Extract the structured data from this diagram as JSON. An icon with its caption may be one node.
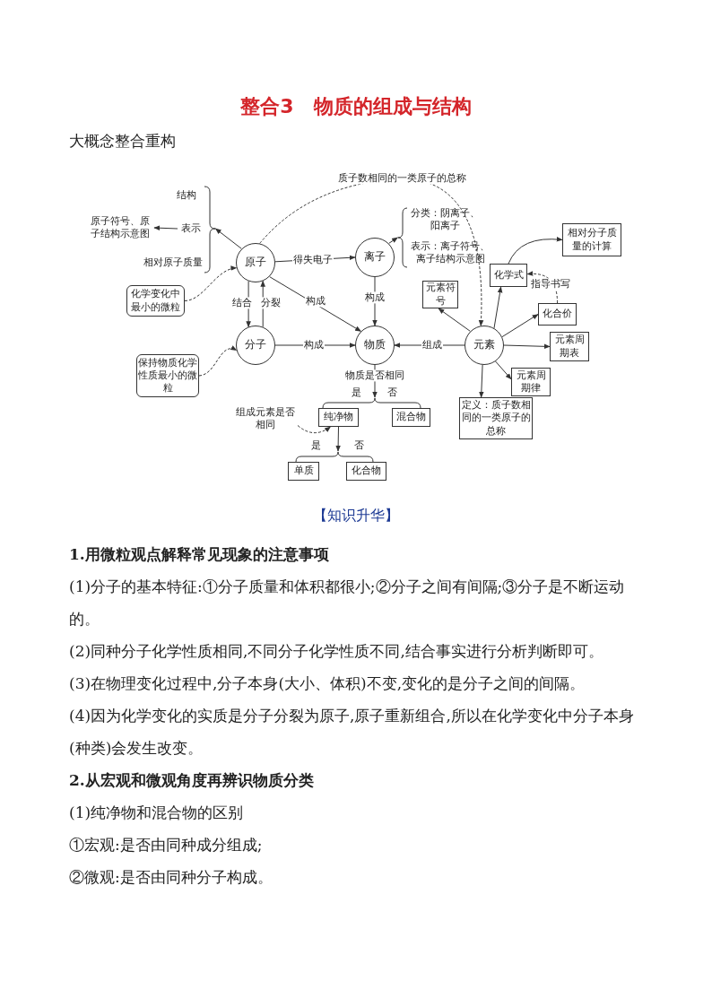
{
  "diagram": {
    "title": "整合3　物质的组成与结构",
    "nodes": [
      {
        "text": [
          "原子"
        ]
      },
      {
        "text": [
          "离子"
        ]
      },
      {
        "text": [
          "分子"
        ]
      },
      {
        "text": [
          "物质"
        ]
      },
      {
        "text": [
          "元素"
        ]
      },
      {
        "text": [
          "结构"
        ]
      },
      {
        "text": [
          "表示"
        ]
      },
      {
        "text": [
          "原子符号、原子结构示意图"
        ]
      },
      {
        "text": [
          "相对原子质量"
        ]
      },
      {
        "text": [
          "化学变化中最小的微粒"
        ]
      },
      {
        "text": [
          "保持物质化学性质最小的微粒"
        ]
      },
      {
        "text": [
          "分类：阴离子、阳离子"
        ]
      },
      {
        "text": [
          "表示：离子符号、离子结构示意图"
        ]
      },
      {
        "text": [
          "化学式"
        ]
      },
      {
        "text": [
          "相对分子质量的计算"
        ]
      },
      {
        "text": [
          "元素符号"
        ]
      },
      {
        "text": [
          "化合价"
        ]
      },
      {
        "text": [
          "元素周期表"
        ]
      },
      {
        "text": [
          "元素周期律"
        ]
      },
      {
        "text": [
          "定义：质子数相同的一类原子的总称"
        ]
      },
      {
        "text": [
          "纯净物"
        ]
      },
      {
        "text": [
          "混合物"
        ]
      },
      {
        "text": [
          "单质"
        ]
      },
      {
        "text": [
          "化合物"
        ]
      },
      {
        "text": [
          "组成元素是否相同"
        ]
      },
      {
        "text": [],
        "shape": "brace"
      },
      {
        "text": [],
        "shape": "brace"
      },
      {
        "text": [],
        "shape": "brace"
      },
      {
        "text": [],
        "shape": "brace"
      }
    ],
    "edges": [
      {
        "from": 0,
        "to": 1,
        "arrow": "to",
        "label": "得失电子"
      },
      {
        "from": 0,
        "to": 3,
        "arrow": "to",
        "label": "构成"
      },
      {
        "from": 1,
        "to": 3,
        "arrow": "to",
        "label": "构成"
      },
      {
        "from": 2,
        "to": 3,
        "arrow": "to",
        "label": "构成"
      },
      {
        "from": 4,
        "to": 3,
        "arrow": "to",
        "label": "组成"
      },
      {
        "from": 0,
        "to": 2,
        "arrow": "to",
        "label": "结合"
      },
      {
        "from": 2,
        "to": 0,
        "arrow": "to",
        "label": "分裂"
      },
      {
        "from": 0,
        "to": 25,
        "arrow": "to"
      },
      {
        "from": 6,
        "to": 7,
        "arrow": "to"
      },
      {
        "from": 1,
        "to": 26,
        "arrow": "to"
      },
      {
        "from": 9,
        "to": 0,
        "arrow": "to",
        "style": "dashed"
      },
      {
        "from": 10,
        "to": 2,
        "arrow": "to",
        "style": "dashed"
      },
      {
        "from": 0,
        "to": 4,
        "arrow": "to",
        "style": "dashed",
        "label": "质子数相同的一类原子的总称"
      },
      {
        "from": 4,
        "to": 13,
        "arrow": "to"
      },
      {
        "from": 4,
        "to": 15,
        "arrow": "to"
      },
      {
        "from": 4,
        "to": 16,
        "arrow": "to"
      },
      {
        "from": 4,
        "to": 17,
        "arrow": "to"
      },
      {
        "from": 4,
        "to": 18,
        "arrow": "to"
      },
      {
        "from": 4,
        "to": 19,
        "arrow": "to"
      },
      {
        "from": 13,
        "to": 14,
        "arrow": "to"
      },
      {
        "from": 16,
        "to": 13,
        "arrow": "to",
        "style": "dashed",
        "label": "指导书写"
      },
      {
        "from": 3,
        "to": 27,
        "arrow": "to",
        "label": "物质是否相同"
      },
      {
        "from": 20,
        "to": 28,
        "arrow": "to"
      },
      {
        "from": 24,
        "to": 20,
        "arrow": "to",
        "style": "dashed"
      }
    ],
    "labels": [
      "大概念整合重构",
      "是",
      "否",
      "是",
      "否",
      "【知识升华】",
      "1.用微粒观点解释常见现象的注意事项",
      "(1)分子的基本特征:①分子质量和体积都很小;②分子之间有间隔;③分子是不断运动的。",
      "(2)同种分子化学性质相同,不同分子化学性质不同,结合事实进行分析判断即可。",
      "(3)在物理变化过程中,分子本身(大小、体积)不变,变化的是分子之间的间隔。",
      "(4)因为化学变化的实质是分子分裂为原子,原子重新组合,所以在化学变化中分子本身(种类)会发生改变。",
      "2.从宏观和微观角度再辨识物质分类",
      "(1)纯净物和混合物的区别",
      "①宏观:是否由同种成分组成;",
      "②微观:是否由同种分子构成。"
    ]
  }
}
